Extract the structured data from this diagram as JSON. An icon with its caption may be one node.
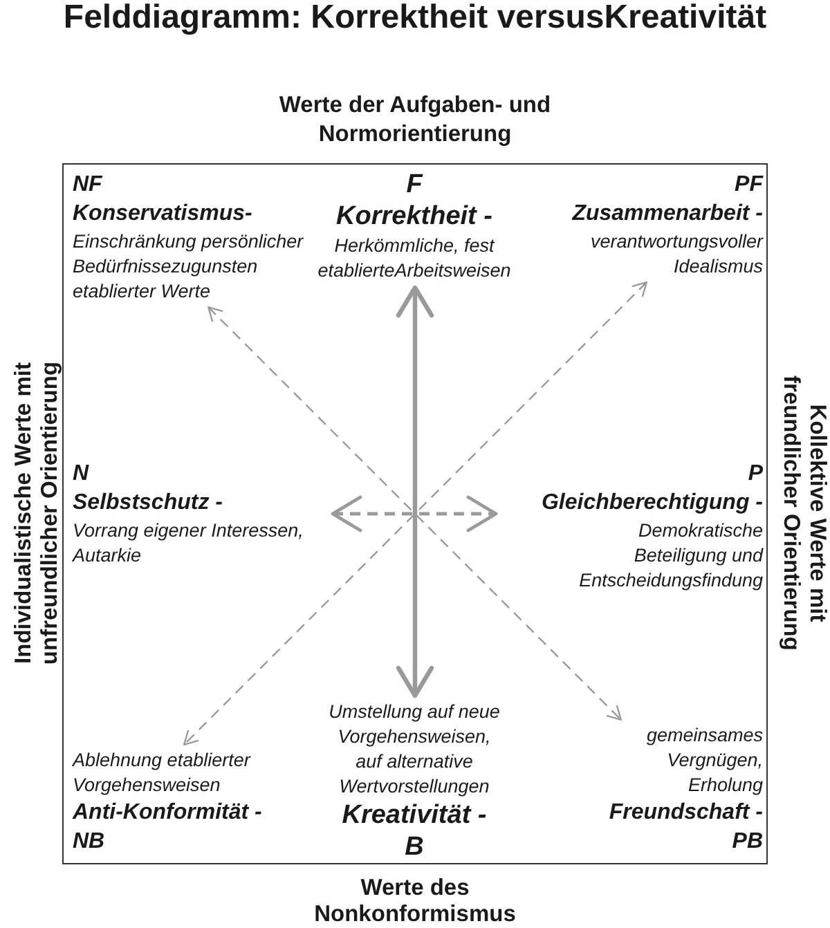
{
  "diagram": {
    "title": "Felddiagramm: Korrektheit versusKreativität",
    "nodes": [
      {
        "text": [],
        "shape": "box"
      },
      {
        "text": [
          "NF",
          "Konservatismus-",
          "Einschränkung persönlicher Bedürfnissezugunsten etablierter Werte"
        ],
        "in": 0
      },
      {
        "text": [
          "F",
          "Korrektheit -",
          "Herkömmliche, fest etablierteArbeitsweisen"
        ],
        "in": 0
      },
      {
        "text": [
          "PF",
          "Zusammenarbeit -",
          "verantwortungsvoller Idealismus"
        ],
        "in": 0
      },
      {
        "text": [
          "N",
          "Selbstschutz -",
          "Vorrang eigener Interessen, Autarkie"
        ],
        "in": 0
      },
      {
        "text": [
          "P",
          "Gleichberechtigung -",
          "Demokratische Beteiligung und Entscheidungsfindung"
        ],
        "in": 0
      },
      {
        "text": [
          "Ablehnung etablierter Vorgehensweisen",
          "Anti-Konformität -",
          "NB"
        ],
        "in": 0
      },
      {
        "text": [
          "Umstellung auf neue Vorgehensweisen, auf alternative Wertvorstellungen",
          "Kreativität -",
          "B"
        ],
        "in": 0
      },
      {
        "text": [
          "gemeinsames Vergnügen, Erholung",
          "Freundschaft -",
          "PB"
        ],
        "in": 0
      }
    ],
    "edges": [
      {
        "from": 2,
        "to": 7,
        "arrow": "both",
        "style": "thick"
      },
      {
        "from": 4,
        "to": 5,
        "arrow": "both",
        "style": "dashed"
      },
      {
        "from": 1,
        "to": 8,
        "arrow": "both",
        "style": "dashed"
      },
      {
        "from": 3,
        "to": 6,
        "arrow": "both",
        "style": "dashed"
      }
    ],
    "labels": [
      "Werte der Aufgaben- und Normorientierung",
      "Individualistische Werte mit unfreundlicher Orientierung",
      "Kollektive Werte mit freundlicher Orientierung",
      "Werte des Nonkonformismus"
    ]
  }
}
